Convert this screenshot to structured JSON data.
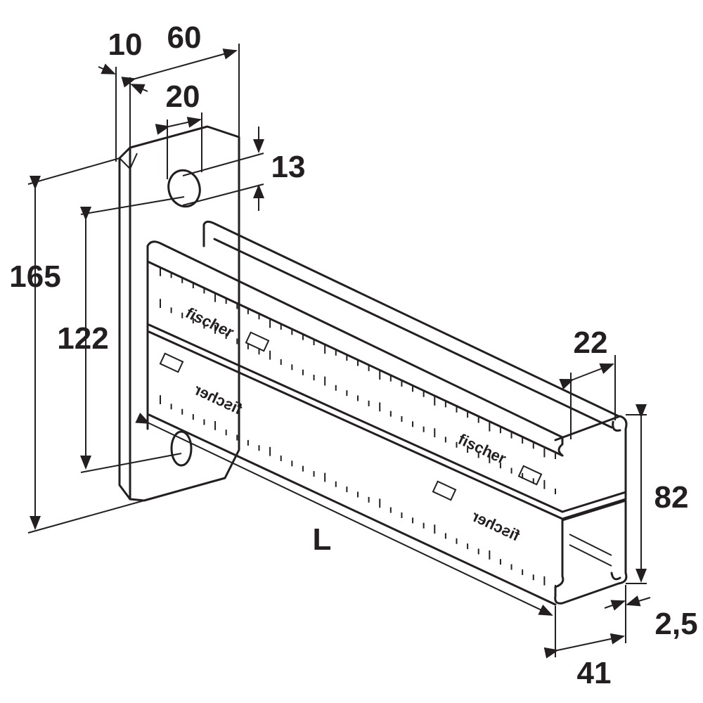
{
  "title": "Cantilever bracket with double channel profile - dimensions",
  "dimensions": {
    "plate_thickness": "10",
    "plate_width": "60",
    "hole_width": "20",
    "hole_height": "13",
    "plate_height": "165",
    "hole_spacing": "122",
    "slot_width": "22",
    "profile_height": "82",
    "length": "L",
    "wall_thickness": "2,5",
    "profile_width": "41"
  },
  "logo_text": "fischer"
}
